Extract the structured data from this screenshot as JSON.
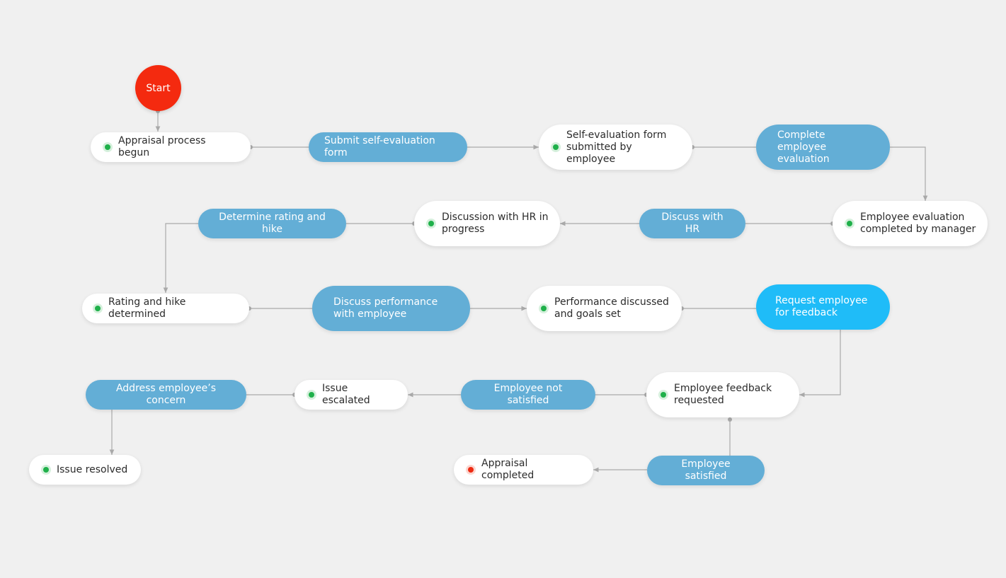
{
  "colors": {
    "background": "#f0f0f0",
    "state_fill": "#ffffff",
    "transition_fill": "#63aed6",
    "transition_highlight": "#1fbcf8",
    "start_fill": "#f42a0f",
    "status_active": "#1fb04a",
    "status_end": "#ee2a12",
    "connector": "#a9a9a9"
  },
  "start": {
    "label": "Start"
  },
  "states": {
    "appraisal_begun": "Appraisal process begun",
    "self_eval_submitted": "Self-evaluation form submitted by employee",
    "eval_completed": "Employee evaluation completed by manager",
    "hr_discussion": "Discussion with HR in progress",
    "rating_determined": "Rating and hike determined",
    "performance_discussed": "Performance discussed and goals set",
    "feedback_requested": "Employee feedback requested",
    "issue_escalated": "Issue escalated",
    "issue_resolved": "Issue resolved",
    "appraisal_completed": "Appraisal completed"
  },
  "transitions": {
    "submit_self_eval": "Submit self-evaluation form",
    "complete_eval": "Complete employee evaluation",
    "discuss_hr": "Discuss with HR",
    "determine_rating": "Determine rating and hike",
    "discuss_performance": "Discuss performance with employee",
    "request_feedback": "Request employee for feedback",
    "not_satisfied": "Employee not satisfied",
    "address_concern": "Address employee’s concern",
    "satisfied": "Employee satisfied"
  }
}
